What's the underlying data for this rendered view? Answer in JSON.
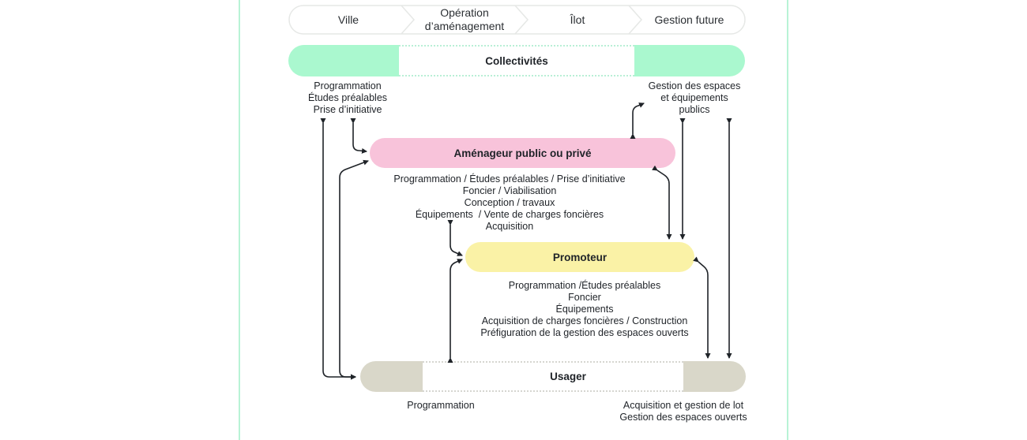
{
  "phases": [
    "Ville",
    "Opération\nd’aménagement",
    "Îlot",
    "Gestion future"
  ],
  "colors": {
    "collectivites": "#aaf8cf",
    "amenageur": "#f8c3da",
    "promoteur": "#faf2a6",
    "usager": "#d9d7c9",
    "frame": "#b8f3d6",
    "arrow": "#1f2328"
  },
  "actors": {
    "collectivites": {
      "label": "Collectivités",
      "left_roles": [
        "Programmation",
        "Études préalables",
        "Prise d’initiative"
      ],
      "right_roles": [
        "Gestion des espaces",
        "et équipements",
        "publics"
      ]
    },
    "amenageur": {
      "label": "Aménageur public ou privé",
      "roles": [
        "Programmation / Études préalables / Prise d’initiative",
        "Foncier / Viabilisation",
        "Conception / travaux",
        "Équipements  / Vente de charges foncières",
        "Acquisition"
      ]
    },
    "promoteur": {
      "label": "Promoteur",
      "roles": [
        "Programmation /Études préalables",
        "Foncier",
        "Équipements",
        "Acquisition de charges foncières / Construction",
        "Préfiguration de la gestion des espaces ouverts"
      ]
    },
    "usager": {
      "label": "Usager",
      "left_roles": [
        "Programmation"
      ],
      "right_roles": [
        "Acquisition et gestion de lot",
        "Gestion des espaces ouverts"
      ]
    }
  }
}
